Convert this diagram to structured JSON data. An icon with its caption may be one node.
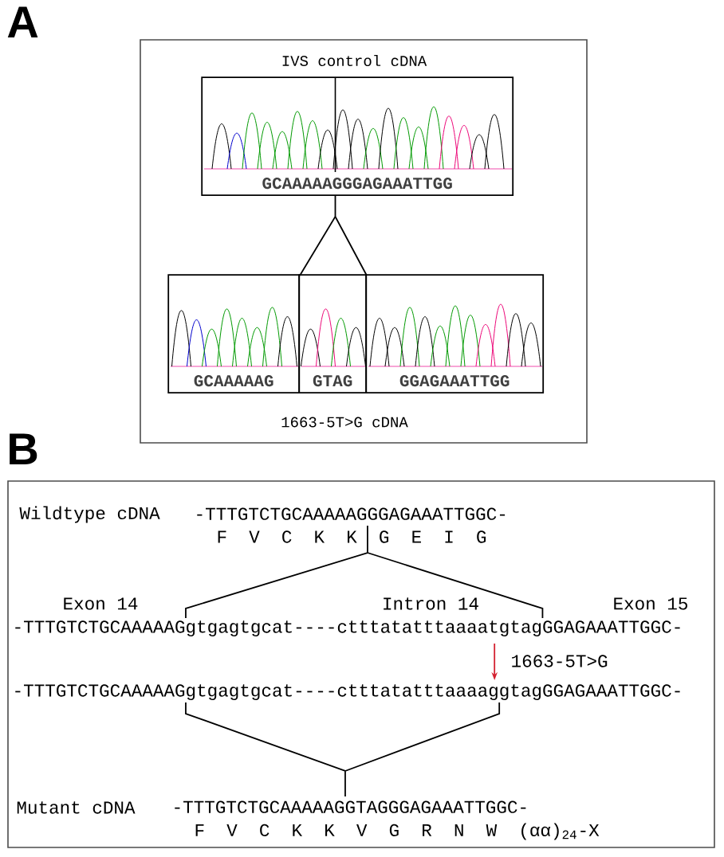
{
  "diagram": {
    "nodes": [
      {
        "text": [
          "IVS control cDNA",
          "1663-5T>G cDNA"
        ]
      },
      {
        "text": [
          "GCAAAAAGGGAGAAATTGG"
        ],
        "in": 0
      },
      {
        "text": [
          "GCAAAAAG"
        ],
        "in": 0
      },
      {
        "text": [
          "GTAG"
        ],
        "in": 0
      },
      {
        "text": [
          "GGAGAAATTGG"
        ],
        "in": 0
      },
      {
        "text": [],
        "shape": "box"
      },
      {
        "text": [
          "-TTTGTCTGCAAAAAGGGAGAAATTGGC-",
          "F V C K K G E I G"
        ],
        "beside": [
          "Wildtype cDNA"
        ],
        "in": 5
      },
      {
        "text": [
          "-TTTGTCTGCAAAAAGgtgagtgcat----ctttatatttaaaatgtagGGAGAAATTGGC-"
        ],
        "in": 5
      },
      {
        "text": [
          "-TTTGTCTGCAAAAAGgtgagtgcat----ctttatatttaaaaggtagGGAGAAATTGGC-"
        ],
        "in": 5
      },
      {
        "text": [
          "-TTTGTCTGCAAAAAGGTAGGGAGAAATTGGC-",
          "F V C K K V G R N W (αα)$_{24}$-X"
        ],
        "beside": [
          "Mutant cDNA"
        ],
        "in": 5
      }
    ],
    "edges": [
      {
        "from": 1,
        "to": 3,
        "arrow": "none"
      },
      {
        "from": 6,
        "to": 7,
        "arrow": "none"
      },
      {
        "from": 7,
        "to": 8,
        "arrow": "to",
        "label": "1663-5T>G",
        "color": "#d42030"
      },
      {
        "from": 8,
        "to": 9,
        "arrow": "none"
      }
    ],
    "labels": [
      "A",
      "B",
      "Exon 14",
      "Intron 14",
      "Exon 15"
    ]
  }
}
